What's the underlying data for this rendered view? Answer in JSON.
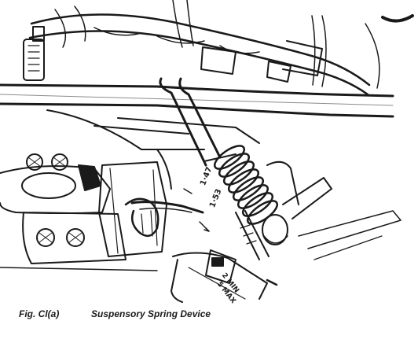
{
  "figure": {
    "caption_number": "Fig. Cl(a)",
    "caption_title": "Suspensory Spring Device",
    "callouts": {
      "a": "1·47",
      "b": "1·53",
      "c": "2 MIN",
      "d": "5 MAX"
    },
    "line_color": "#1a1a1a"
  }
}
